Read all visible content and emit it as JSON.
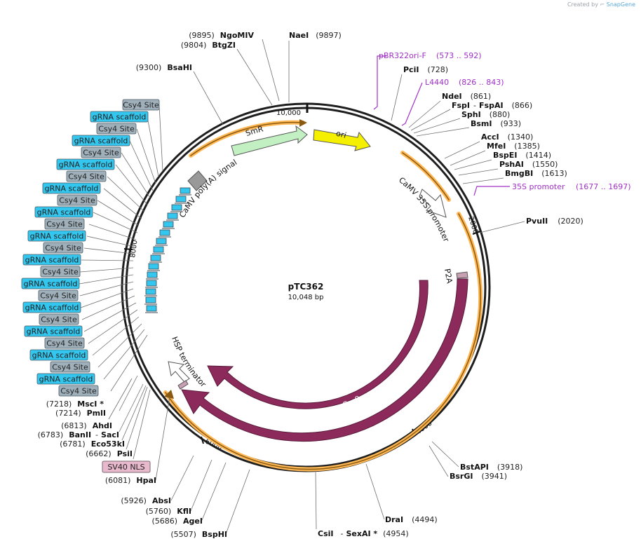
{
  "credit": {
    "created_by": "Created by",
    "brand": "SnapGene"
  },
  "plasmid": {
    "name": "pTC362",
    "length": "10,048 bp"
  },
  "ruler": {
    "l10000": "10,000",
    "l2000": "2000",
    "l4000": "4000",
    "l6000": "6000",
    "l8000": "8000"
  },
  "features": {
    "smr": "SmR",
    "ori": "ori",
    "camv_polya": "CaMV poly(A) signal",
    "camv_35s": "CaMV 35S promoter",
    "p2a": "P2A",
    "cas9_inner": "Cas9",
    "cas9_outer": "Cas9",
    "hsp": "HSP terminator"
  },
  "primers": [
    {
      "name": "pBR322ori-F",
      "range": "(573 .. 592)"
    },
    {
      "name": "L4440",
      "range": "(826 .. 843)"
    },
    {
      "name": "35S promoter",
      "range": "(1677 .. 1697)"
    }
  ],
  "sites_right": [
    {
      "name": "NaeI",
      "pos": "(9897)"
    },
    {
      "name": "PciI",
      "pos": "(728)"
    },
    {
      "name": "NdeI",
      "pos": "(861)"
    },
    {
      "name": "FspI",
      "sep": "-",
      "name2": "FspAI",
      "pos": "(866)"
    },
    {
      "name": "SphI",
      "pos": "(880)"
    },
    {
      "name": "BsmI",
      "pos": "(933)"
    },
    {
      "name": "AccI",
      "pos": "(1340)"
    },
    {
      "name": "MfeI",
      "pos": "(1385)"
    },
    {
      "name": "BspEI",
      "pos": "(1414)"
    },
    {
      "name": "PshAI",
      "pos": "(1550)"
    },
    {
      "name": "BmgBI",
      "pos": "(1613)"
    },
    {
      "name": "PvuII",
      "pos": "(2020)"
    },
    {
      "name": "BstAPI",
      "pos": "(3918)"
    },
    {
      "name": "BsrGI",
      "pos": "(3941)"
    },
    {
      "name": "DraI",
      "pos": "(4494)"
    },
    {
      "name": "CsiI",
      "sep": "-",
      "name2": "SexAI *",
      "pos": "(4954)"
    }
  ],
  "sites_left": [
    {
      "pos": "(9895)",
      "name": "NgoMIV"
    },
    {
      "pos": "(9804)",
      "name": "BtgZI"
    },
    {
      "pos": "(9300)",
      "name": "BsaHI"
    },
    {
      "pos": "(7218)",
      "name": "MscI *"
    },
    {
      "pos": "(7214)",
      "name": "PmlI"
    },
    {
      "pos": "(6813)",
      "name": "AhdI"
    },
    {
      "pos": "(6783)",
      "name": "BanII",
      "sep": "-",
      "name2": "SacI"
    },
    {
      "pos": "(6781)",
      "name": "Eco53kI"
    },
    {
      "pos": "(6662)",
      "name": "PsiI"
    },
    {
      "pos": "(6081)",
      "name": "HpaI"
    },
    {
      "pos": "(5926)",
      "name": "AbsI"
    },
    {
      "pos": "(5760)",
      "name": "KflI"
    },
    {
      "pos": "(5686)",
      "name": "AgeI"
    },
    {
      "pos": "(5507)",
      "name": "BspHI"
    }
  ],
  "boxes": [
    "Csy4 Site",
    "gRNA scaffold",
    "Csy4 Site",
    "gRNA scaffold",
    "Csy4 Site",
    "gRNA scaffold",
    "Csy4 Site",
    "gRNA scaffold",
    "Csy4 Site",
    "gRNA scaffold",
    "Csy4 Site",
    "gRNA scaffold",
    "Csy4 Site",
    "gRNA scaffold",
    "Csy4 Site",
    "gRNA scaffold",
    "Csy4 Site",
    "gRNA scaffold",
    "Csy4 Site",
    "gRNA scaffold",
    "Csy4 Site",
    "gRNA scaffold",
    "Csy4 Site",
    "gRNA scaffold",
    "Csy4 Site"
  ],
  "sv40": "SV40 NLS",
  "colors": {
    "backbone": "#1e1e1e",
    "cas9": "#8c2a5c",
    "ori": "#f5f000",
    "smr": "#c2f0c2",
    "orange": "#ffb855",
    "csy4": "#9fb0bb",
    "grna": "#33c6ee",
    "sv40": "#e8b8cc",
    "primer": "#a030c8"
  }
}
